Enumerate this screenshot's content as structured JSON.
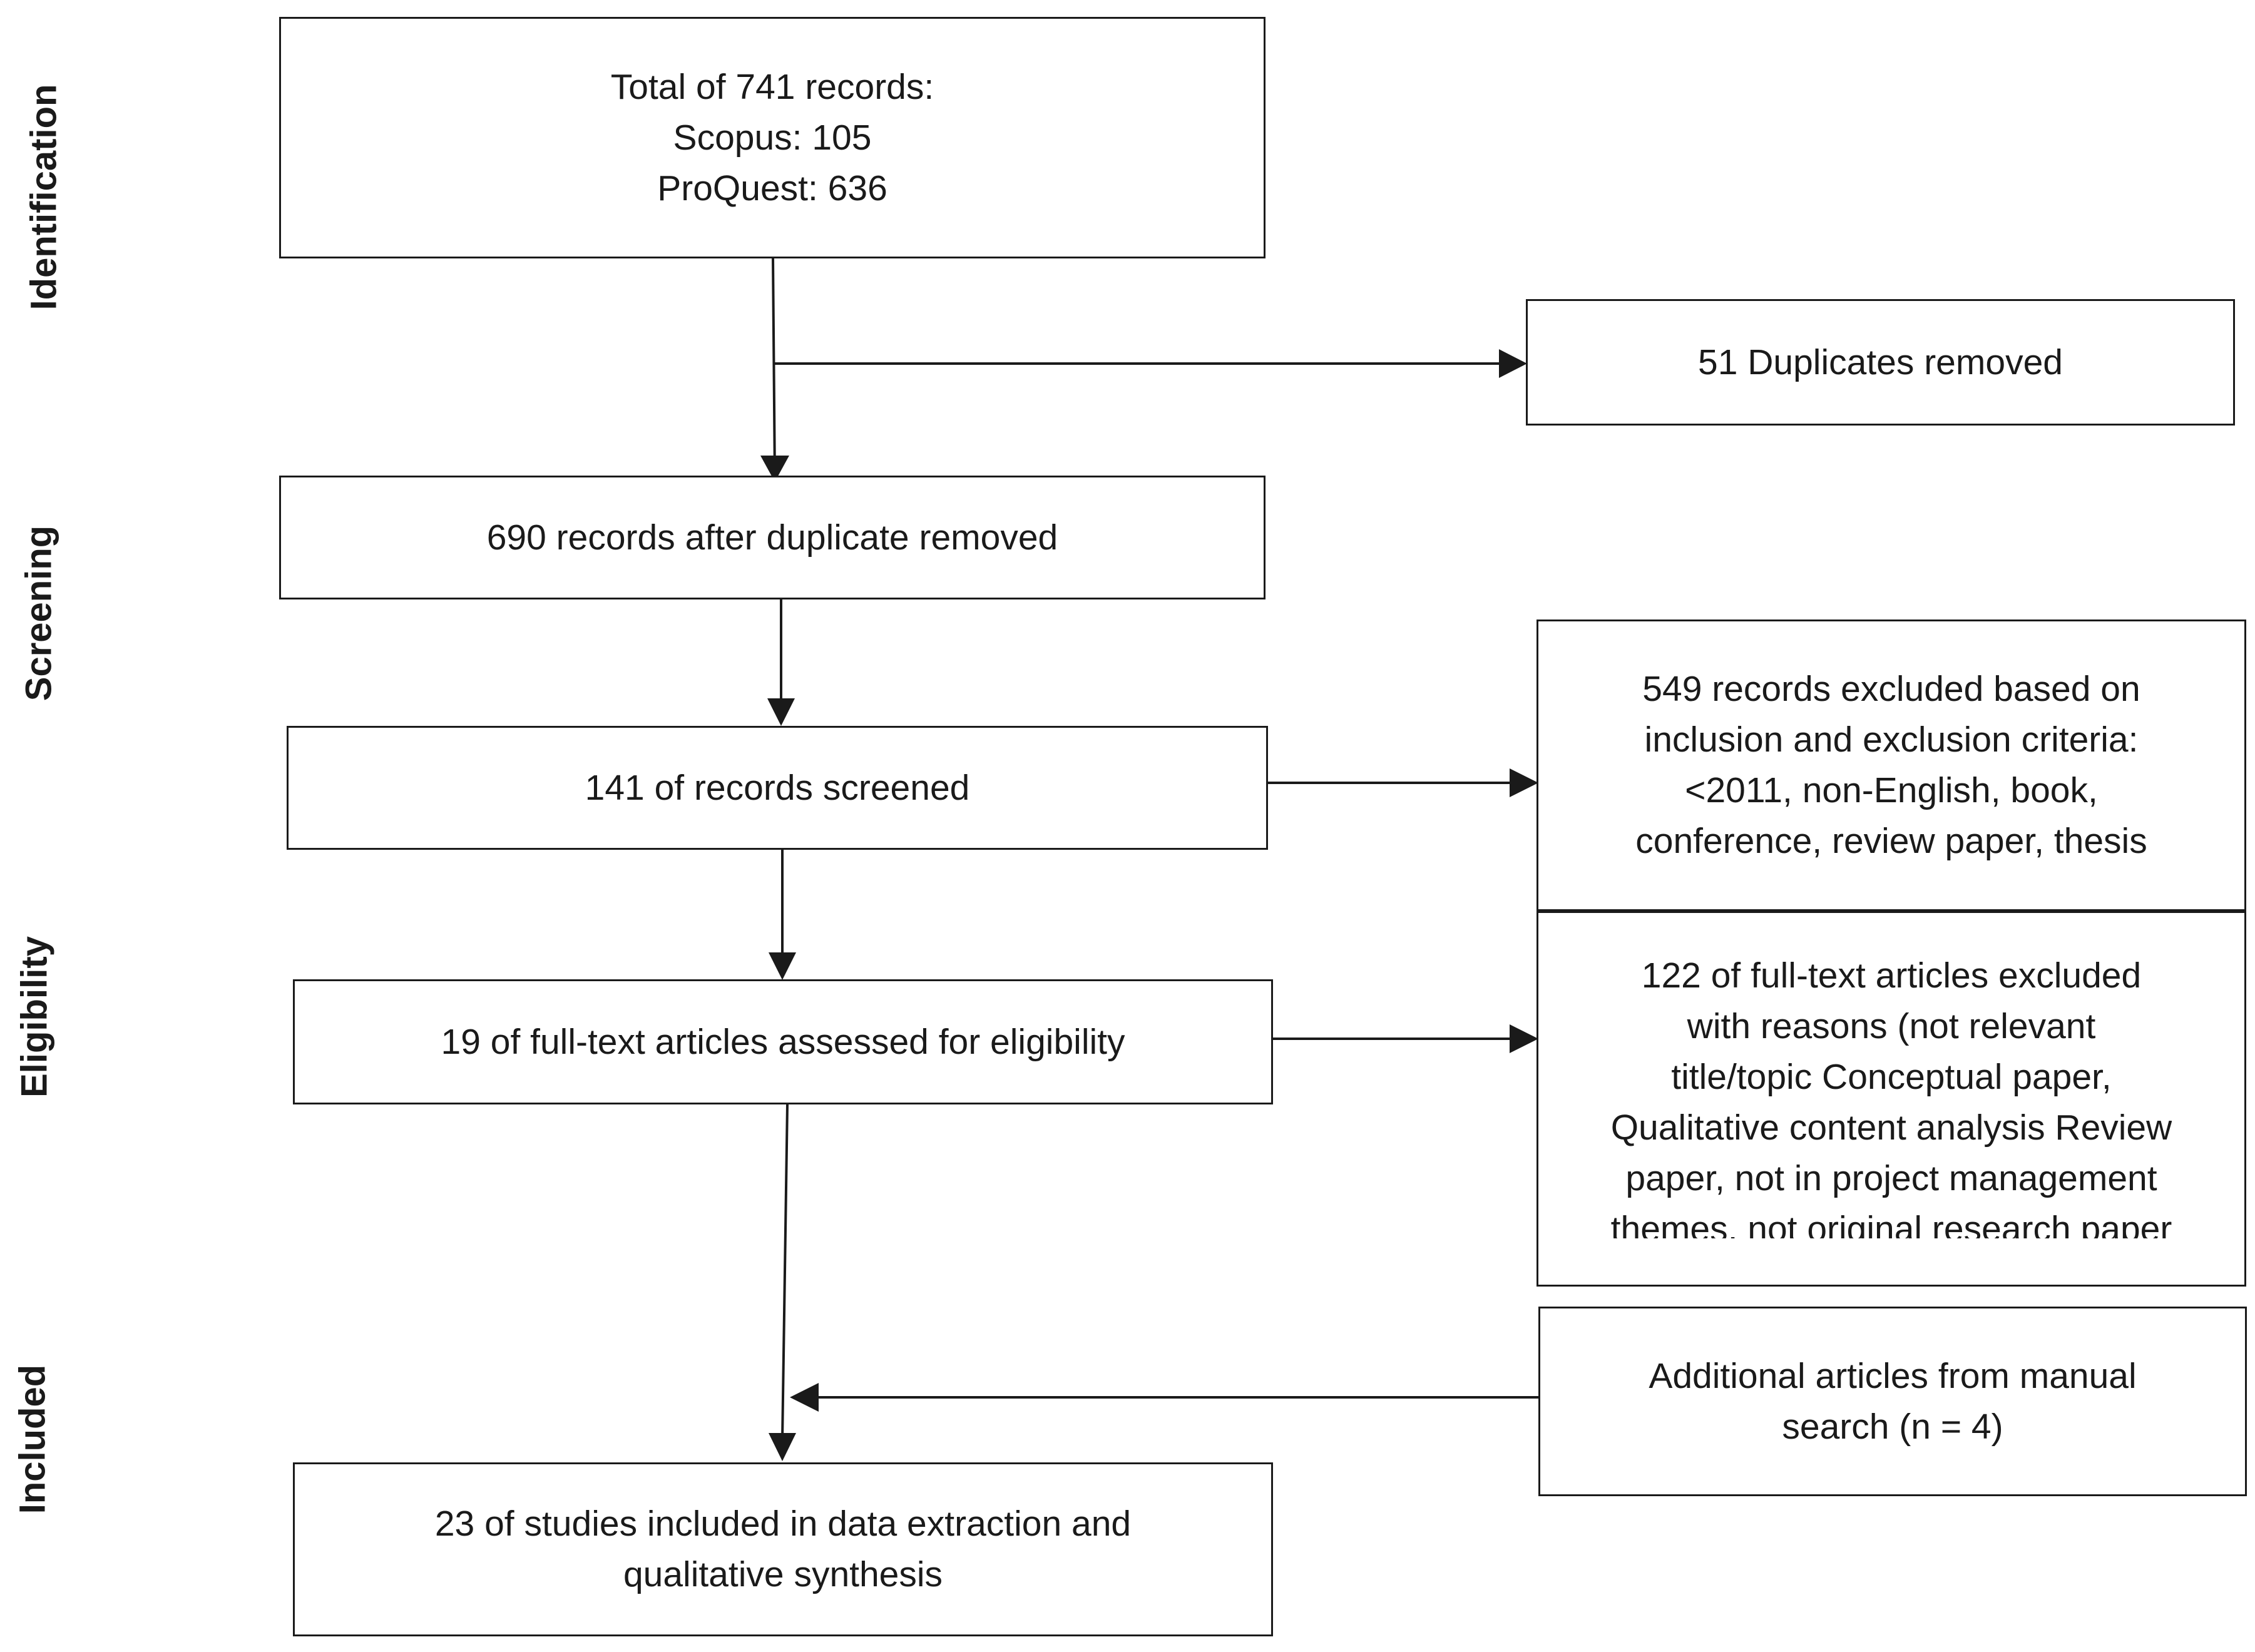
{
  "stages": {
    "identification": "Identification",
    "screening": "Screening",
    "eligibility": "Eligibility",
    "included": "Included"
  },
  "boxes": {
    "total_records": [
      "Total of 741 records:",
      "Scopus: 105",
      "ProQuest: 636"
    ],
    "duplicates_removed": [
      "51 Duplicates removed"
    ],
    "after_duplicates": [
      "690 records after duplicate removed"
    ],
    "screened": [
      "141 of records screened"
    ],
    "excluded_criteria": [
      "549 records excluded based on",
      "inclusion and exclusion criteria:",
      "<2011, non-English, book,",
      "conference, review paper, thesis"
    ],
    "assessed_eligibility": [
      "19 of full-text articles assessed for eligibility"
    ],
    "fulltext_excluded": [
      "122 of full-text articles excluded",
      "with reasons (not relevant",
      "title/topic Conceptual paper,",
      "Qualitative content analysis Review",
      "paper, not in project management",
      "themes, not original research paper"
    ],
    "manual_search": [
      "Additional articles from manual",
      "search (n = 4)"
    ],
    "included_studies": [
      "23 of studies included in data extraction and",
      "qualitative synthesis"
    ]
  },
  "colors": {
    "line": "#1a1a1a",
    "background": "#ffffff"
  }
}
